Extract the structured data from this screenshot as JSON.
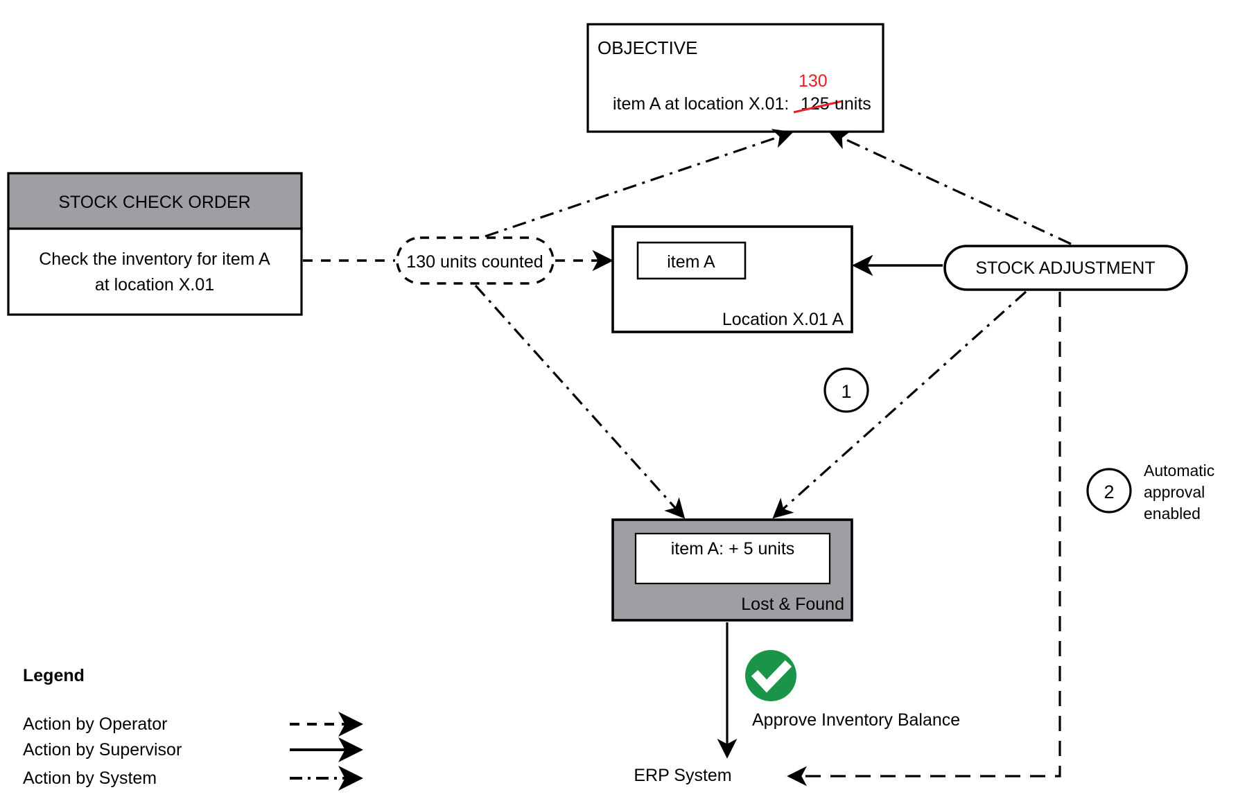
{
  "diagram": {
    "title": "Stock check / stock adjustment flow",
    "colors": {
      "gray_fill": "#9d9fa2",
      "accent_red": "#ee1c25",
      "approve_green": "#1a9448",
      "stroke": "#000000",
      "background": "#ffffff"
    },
    "objective_card": {
      "header": "OBJECTIVE",
      "line": "item A at location X.01:",
      "old_value": "125",
      "new_value": "130",
      "unit": "units"
    },
    "stock_check_order": {
      "header": "STOCK CHECK ORDER",
      "body_line_1": "Check the inventory for item A",
      "body_line_2": "at location X.01"
    },
    "counted_bubble": {
      "label": "130 units counted"
    },
    "location_card": {
      "item_label": "item A",
      "footer": "Location X.01 A"
    },
    "stock_adjustment": {
      "label": "STOCK ADJUSTMENT"
    },
    "lost_found_card": {
      "item_label": "item A: + 5 units",
      "footer": "Lost & Found"
    },
    "approve": {
      "icon": "check-circle-icon",
      "label": "Approve Inventory Balance"
    },
    "erp": {
      "label": "ERP System"
    },
    "markers": [
      {
        "number": "1",
        "note": ""
      },
      {
        "number": "2",
        "note_line_1": "Automatic",
        "note_line_2": "approval",
        "note_line_3": "enabled"
      }
    ],
    "legend": {
      "title": "Legend",
      "items": [
        {
          "label": "Action by Operator",
          "style": "dashed"
        },
        {
          "label": "Action by Supervisor",
          "style": "solid"
        },
        {
          "label": "Action by System",
          "style": "dash-dot"
        }
      ]
    }
  }
}
